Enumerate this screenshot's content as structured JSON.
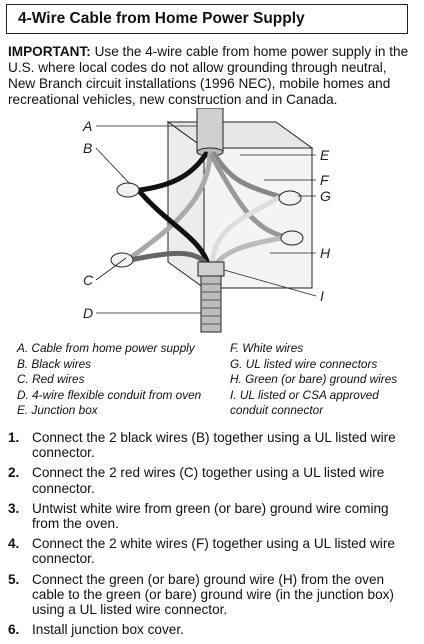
{
  "title": "4-Wire Cable from Home Power Supply",
  "important": {
    "label": "IMPORTANT:",
    "text": " Use the 4-wire cable from home power supply in the U.S. where local codes do not allow grounding through neutral, New Branch circuit installations (1996 NEC), mobile homes and recreational vehicles, new construction and in Canada."
  },
  "diagram": {
    "labels": [
      "A",
      "B",
      "C",
      "D",
      "E",
      "F",
      "G",
      "H",
      "I"
    ]
  },
  "legend": {
    "left": [
      "A. Cable from home power supply",
      "B. Black wires",
      "C. Red wires",
      "D. 4-wire flexible conduit from oven",
      "E. Junction box"
    ],
    "right": [
      "F. White wires",
      "G. UL listed wire connectors",
      "H. Green (or bare) ground wires",
      "I. UL listed or CSA approved conduit connector"
    ]
  },
  "steps": [
    {
      "num": "1.",
      "text": "Connect the 2 black wires (B) together using a UL listed wire connector."
    },
    {
      "num": "2.",
      "text": "Connect the 2 red wires (C) together using a UL listed wire connector."
    },
    {
      "num": "3.",
      "text": "Untwist white wire from green (or bare) ground wire coming from the oven."
    },
    {
      "num": "4.",
      "text": "Connect the 2 white wires (F) together using a UL listed wire connector."
    },
    {
      "num": "5.",
      "text": "Connect the green (or bare) ground wire (H) from the oven cable to the green (or bare) ground wire (in the junction box) using a UL listed wire connector."
    },
    {
      "num": "6.",
      "text": "Install junction box cover."
    }
  ]
}
